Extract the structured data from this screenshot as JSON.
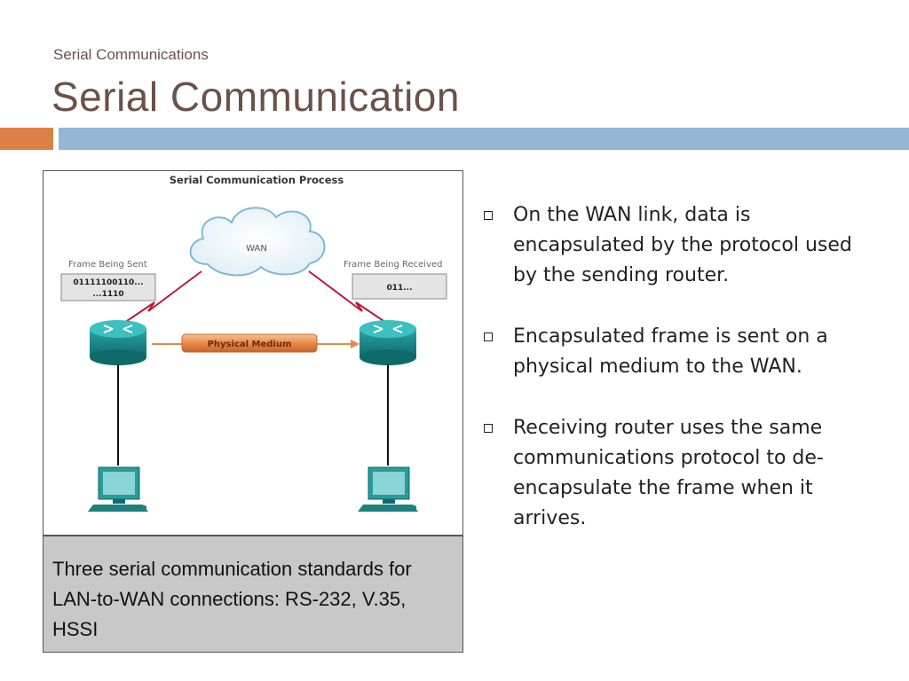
{
  "header": {
    "subtitle": "Serial Communications",
    "title": "Serial Communication"
  },
  "colors": {
    "accent_orange": "#dd8047",
    "accent_blue": "#94b6d2",
    "title_color": "#6b5149",
    "router_teal": "#1f8f8f",
    "medium_orange": "#e8894a",
    "link_red": "#c0163a"
  },
  "figure": {
    "title": "Serial Communication Process",
    "cloud_label": "WAN",
    "left_label": "Frame Being Sent",
    "left_frame_line1": "01111100110...",
    "left_frame_line2": "...1110",
    "right_label": "Frame Being Received",
    "right_frame": "011...",
    "medium_label": "Physical Medium",
    "icons": [
      "router-icon",
      "router-icon",
      "computer-icon",
      "computer-icon",
      "cloud-icon",
      "lightning-link-icon"
    ]
  },
  "caption": " Three serial communication standards for LAN-to-WAN connections: RS-232, V.35, HSSI",
  "bullets": [
    "On the WAN link, data is encapsulated by the protocol used by the sending router.",
    "Encapsulated frame is sent on a physical medium to the WAN.",
    "Receiving router uses the same communications protocol to de-encapsulate the frame when it arrives."
  ]
}
